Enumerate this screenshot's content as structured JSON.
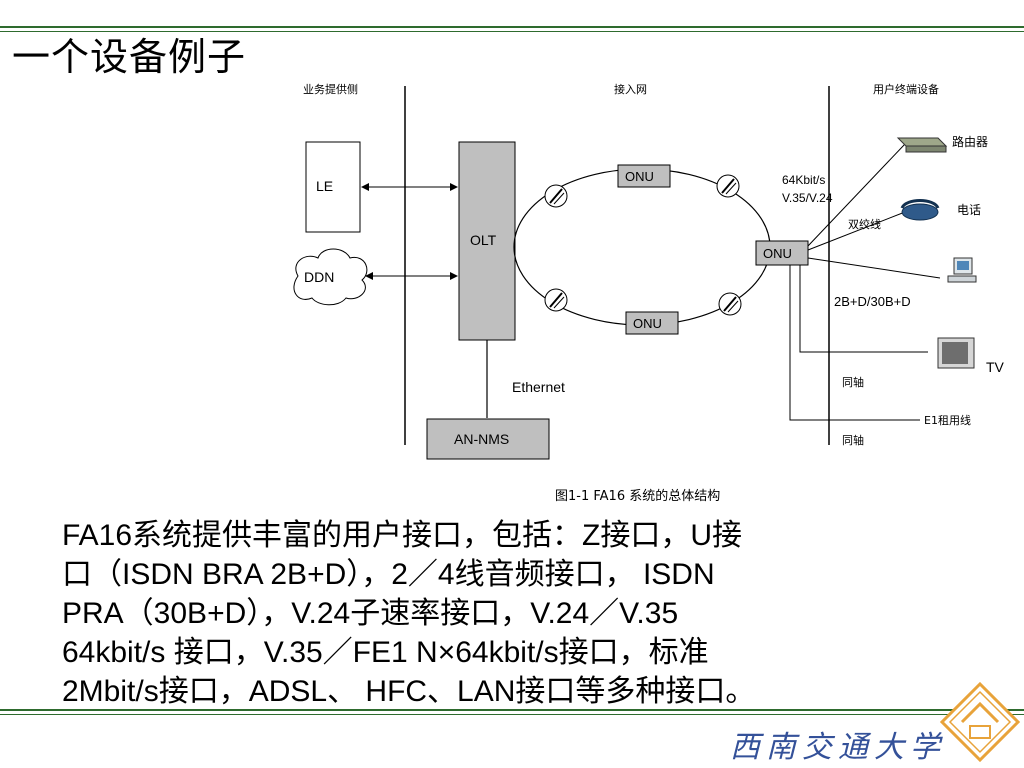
{
  "slide": {
    "title": "一个设备例子"
  },
  "diagram": {
    "section_labels": {
      "service_side": "业务提供侧",
      "access_network": "接入网",
      "user_terminal": "用户终端设备"
    },
    "nodes": {
      "le": "LE",
      "ddn": "DDN",
      "olt": "OLT",
      "onu_top": "ONU",
      "onu_bottom": "ONU",
      "onu_right": "ONU",
      "an_nms": "AN-NMS"
    },
    "labels": {
      "ethernet": "Ethernet",
      "speed_line1": "64Kbit/s",
      "speed_line2": "V.35/V.24",
      "twisted_pair": "双绞线",
      "router": "路由器",
      "phone": "电话",
      "isdn": "2B+D/30B+D",
      "tv": "TV",
      "coax1": "同轴",
      "e1_leased": "E1租用线",
      "coax2": "同轴"
    },
    "caption": "图1-1  FA16 系统的总体结构"
  },
  "body": {
    "lines": [
      "FA16系统提供丰富的用户接口，包括：Z接口，U接",
      "口（ISDN BRA 2B+D），2／4线音频接口， ISDN",
      "PRA（30B+D），V.24子速率接口，V.24／V.35",
      "64kbit/s 接口，V.35／FE1 N×64kbit/s接口，标准",
      "2Mbit/s接口，ADSL、 HFC、LAN接口等多种接口。"
    ]
  },
  "branding": {
    "logo_text": "西南交通大学",
    "signature": "西南交通大学"
  },
  "colors": {
    "accent_green": "#2e6b2e",
    "node_fill": "#bfbfbf",
    "logo_orange": "#e8a33a"
  }
}
